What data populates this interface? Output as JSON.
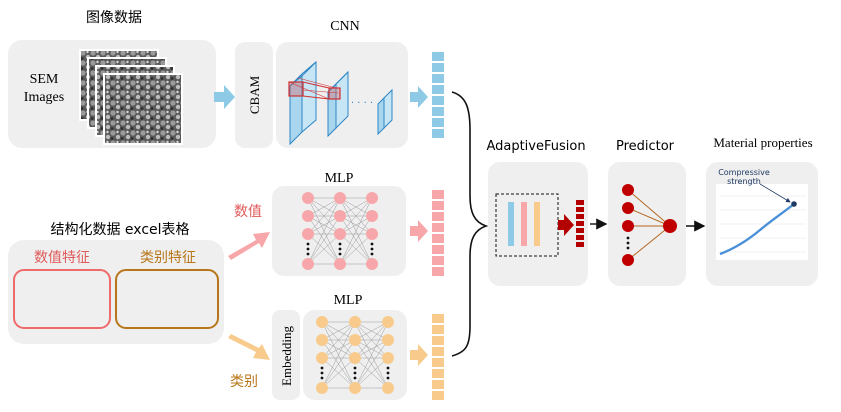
{
  "image_section": {
    "title": "图像数据",
    "sem_label_line1": "SEM",
    "sem_label_line2": "Images"
  },
  "cnn": {
    "title": "CNN",
    "cbam_label": "CBAM",
    "dots": "· · · ·"
  },
  "structured": {
    "title": "结构化数据 excel表格",
    "numeric_feature": "数值特征",
    "categorical_feature": "类别特征",
    "numeric_arrow_label": "数值",
    "categorical_arrow_label": "类别"
  },
  "mlp_numeric": {
    "title": "MLP"
  },
  "mlp_categorical": {
    "title": "MLP",
    "embedding_label": "Embedding"
  },
  "fusion": {
    "title": "AdaptiveFusion"
  },
  "predictor": {
    "title": "Predictor"
  },
  "output": {
    "title": "Material properties",
    "curve_label_line1": "Compressive",
    "curve_label_line2": "strength"
  },
  "colors": {
    "panel_gray": "#efefef",
    "cnn_blue": "#8ecae6",
    "cnn_blue_dark": "#2f86c4",
    "pink": "#f7a7a9",
    "orange": "#f8cb8c",
    "dark_red": "#b30000",
    "predictor_red": "#c00000",
    "numeric_border": "#ef6b6b",
    "categorical_border": "#b8761a",
    "numeric_text": "#e05a5a",
    "categorical_text": "#b8761a",
    "curve_blue": "#4a90d9"
  }
}
